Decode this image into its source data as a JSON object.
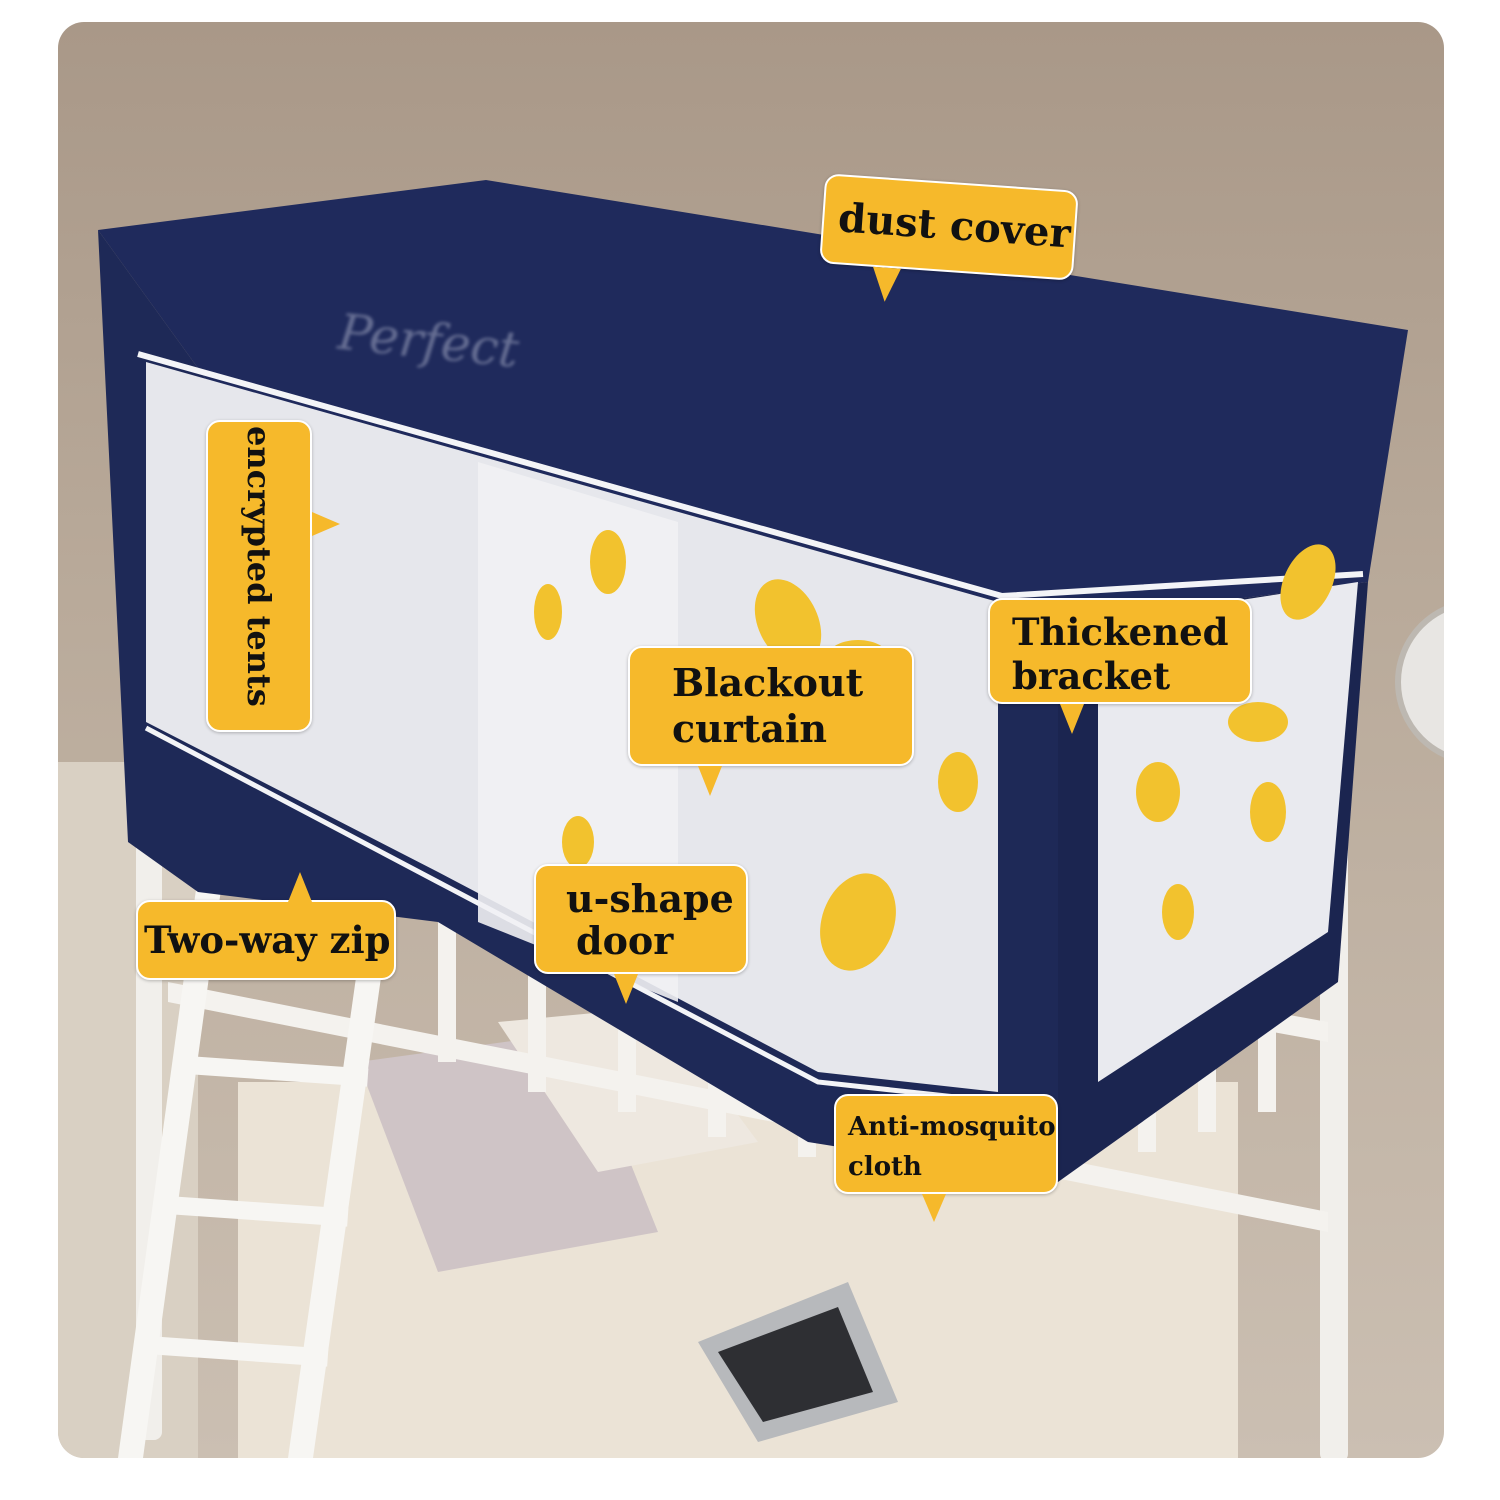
{
  "callouts": {
    "dust_cover": "dust cover",
    "encrypted_tents": "encrypted tents",
    "thickened_bracket_line1": "Thickened",
    "thickened_bracket_line2": "bracket",
    "blackout_curtain_line1": "Blackout",
    "blackout_curtain_line2": "curtain",
    "two_way_zip": "Two-way zip",
    "u_shape_door_line1": "u-shape",
    "u_shape_door_line2": "door",
    "anti_mosquito_line1": "Anti-mosquito",
    "anti_mosquito_line2": "cloth"
  },
  "logo": "Perfect",
  "colors": {
    "callout_fill": "#f6b92b",
    "tent_navy": "#1f2a5c",
    "mesh": "#e6e7ec",
    "lemon": "#f2c22e"
  }
}
